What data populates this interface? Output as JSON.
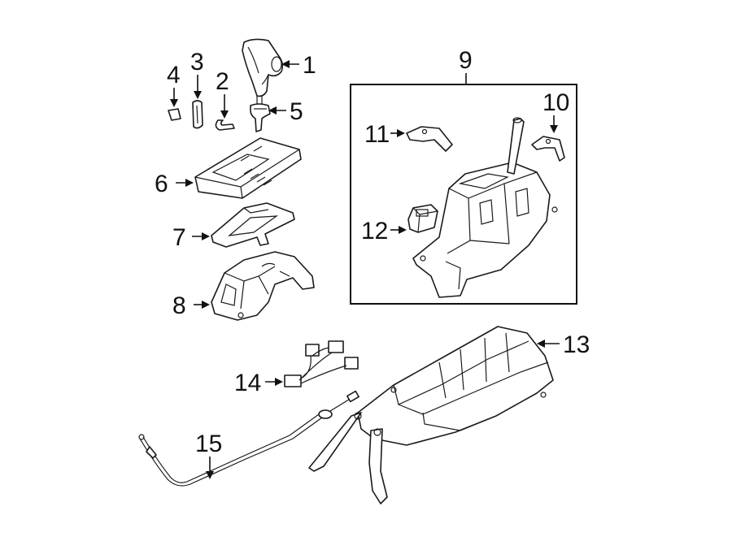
{
  "diagram": {
    "callouts": [
      {
        "id": "1",
        "label": "1",
        "part": "shift-knob"
      },
      {
        "id": "2",
        "label": "2",
        "part": "clip"
      },
      {
        "id": "3",
        "label": "3",
        "part": "trim-strip"
      },
      {
        "id": "4",
        "label": "4",
        "part": "small-insert"
      },
      {
        "id": "5",
        "label": "5",
        "part": "knob-button"
      },
      {
        "id": "6",
        "label": "6",
        "part": "indicator-bezel"
      },
      {
        "id": "7",
        "label": "7",
        "part": "bezel-plate"
      },
      {
        "id": "8",
        "label": "8",
        "part": "shifter-housing"
      },
      {
        "id": "9",
        "label": "9",
        "part": "shifter-assembly-box"
      },
      {
        "id": "10",
        "label": "10",
        "part": "bracket-right"
      },
      {
        "id": "11",
        "label": "11",
        "part": "bracket-left"
      },
      {
        "id": "12",
        "label": "12",
        "part": "solenoid"
      },
      {
        "id": "13",
        "label": "13",
        "part": "base-bracket"
      },
      {
        "id": "14",
        "label": "14",
        "part": "wiring-harness"
      },
      {
        "id": "15",
        "label": "15",
        "part": "shift-cable"
      }
    ],
    "colors": {
      "line": "#1a1a1a",
      "fill": "#ffffff",
      "background": "#ffffff"
    }
  }
}
